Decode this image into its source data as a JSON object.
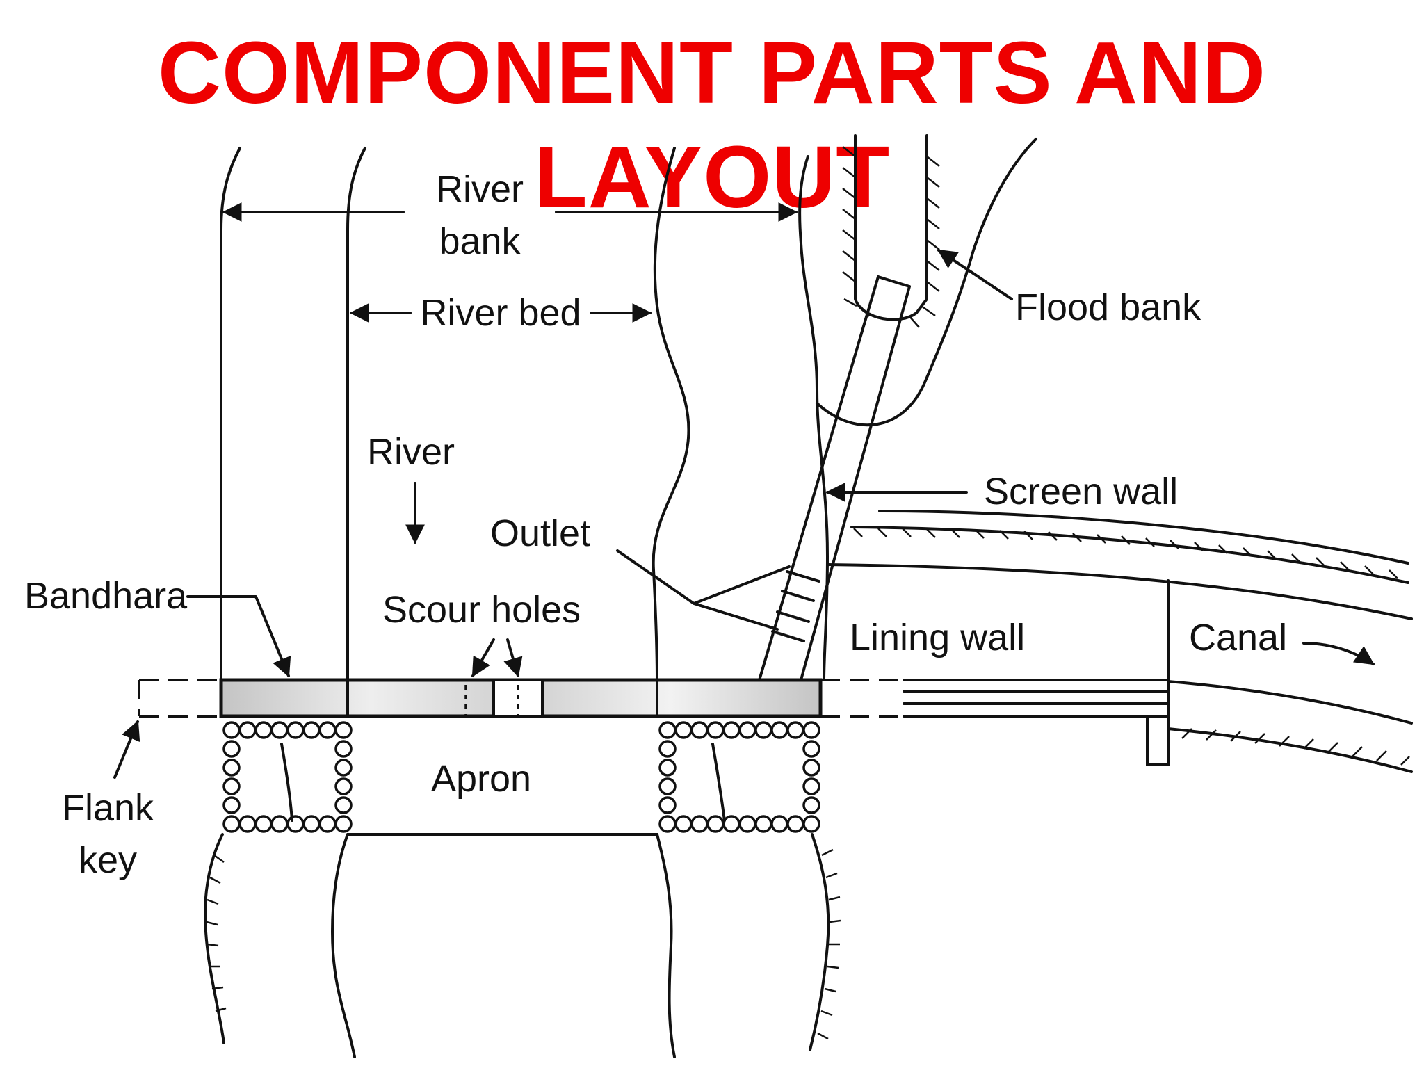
{
  "title": "COMPONENT PARTS AND LAYOUT",
  "colors": {
    "title": "#ee0000",
    "ink": "#111111",
    "weir_fill": "#d2d2d2"
  },
  "labels": {
    "river_bank_line1": "River",
    "river_bank_line2": "bank",
    "river_bed": "River bed",
    "flood_bank": "Flood bank",
    "river": "River",
    "screen_wall": "Screen wall",
    "outlet": "Outlet",
    "bandhara": "Bandhara",
    "scour_holes": "Scour holes",
    "lining_wall": "Lining wall",
    "canal": "Canal",
    "apron": "Apron",
    "flank_key_line1": "Flank",
    "flank_key_line2": "key"
  }
}
